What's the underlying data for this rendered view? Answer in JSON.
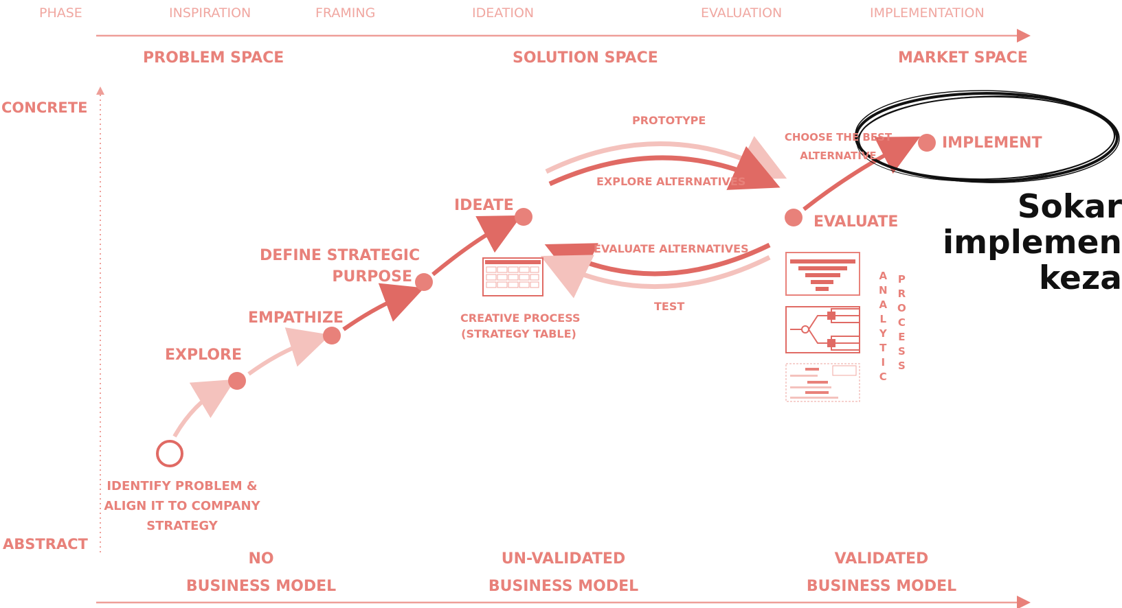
{
  "phases": {
    "phase": "PHASE",
    "inspiration": "INSPIRATION",
    "framing": "FRAMING",
    "ideation": "IDEATION",
    "evaluation": "EVALUATION",
    "implementation": "IMPLEMENTATION"
  },
  "spaces": {
    "problem": "PROBLEM SPACE",
    "solution": "SOLUTION SPACE",
    "market": "MARKET SPACE"
  },
  "axis": {
    "concrete": "CONCRETE",
    "abstract": "ABSTRACT"
  },
  "nodes": {
    "identify": [
      "IDENTIFY PROBLEM &",
      "ALIGN IT TO COMPANY",
      "STRATEGY"
    ],
    "explore": "EXPLORE",
    "empathize": "EMPATHIZE",
    "define": [
      "DEFINE STRATEGIC",
      "PURPOSE"
    ],
    "ideate": "IDEATE",
    "evaluate": "EVALUATE",
    "implement": "IMPLEMENT"
  },
  "arcs": {
    "prototype": "PROTOTYPE",
    "explore_alternatives": "EXPLORE ALTERNATIVES",
    "evaluate_alternatives": "EVALUATE ALTERNATIVES",
    "test": "TEST",
    "choose_best": [
      "CHOOSE THE BEST",
      "ALTERNATIVE"
    ]
  },
  "creative_process": [
    "CREATIVE PROCESS",
    "(STRATEGY TABLE)"
  ],
  "analytic_letters": [
    "A",
    "N",
    "A",
    "L",
    "Y",
    "T",
    "I",
    "C"
  ],
  "process_letters": [
    "P",
    "R",
    "O",
    "C",
    "E",
    "S",
    "S"
  ],
  "business_models": {
    "no": [
      "NO",
      "BUSINESS MODEL"
    ],
    "unvalidated": [
      "UN-VALIDATED",
      "BUSINESS MODEL"
    ],
    "validated": [
      "VALIDATED",
      "BUSINESS MODEL"
    ]
  },
  "note": [
    "Sokar",
    "implemen",
    "keza"
  ],
  "colors": {
    "accent": "#e8817a",
    "light": "#f2b6b1",
    "dark_arrow": "#e06a64",
    "ink": "#111111"
  }
}
